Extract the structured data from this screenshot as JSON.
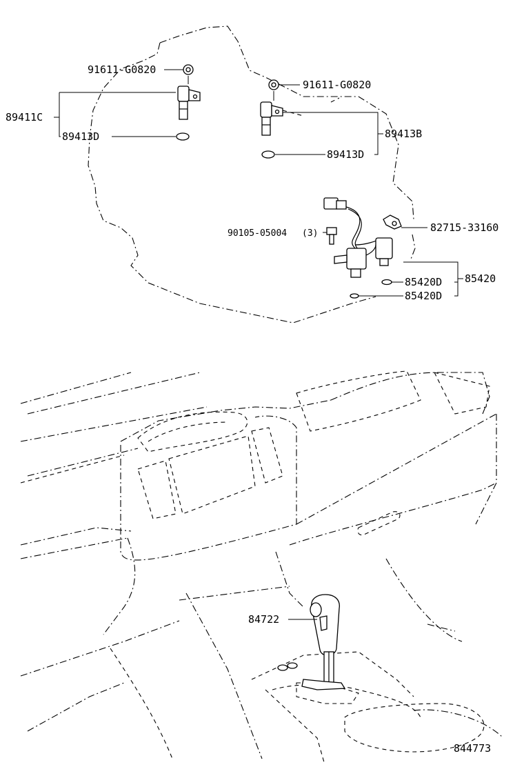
{
  "callouts": {
    "bolt_left": "91611-G0820",
    "bolt_right": "91611-G0820",
    "sensor_assy_left": "89411C",
    "oring_left": "89413D",
    "sensor_right": "89413B",
    "oring_right": "89413D",
    "bolt_solenoid": "90105-05004",
    "bolt_solenoid_qty": "(3)",
    "clamp": "82715-33160",
    "solenoid_assy": "85420",
    "oring_solenoid_1": "85420D",
    "oring_solenoid_2": "85420D",
    "shift_knob": "84722"
  },
  "footer": {
    "illustration_number": "844773"
  }
}
